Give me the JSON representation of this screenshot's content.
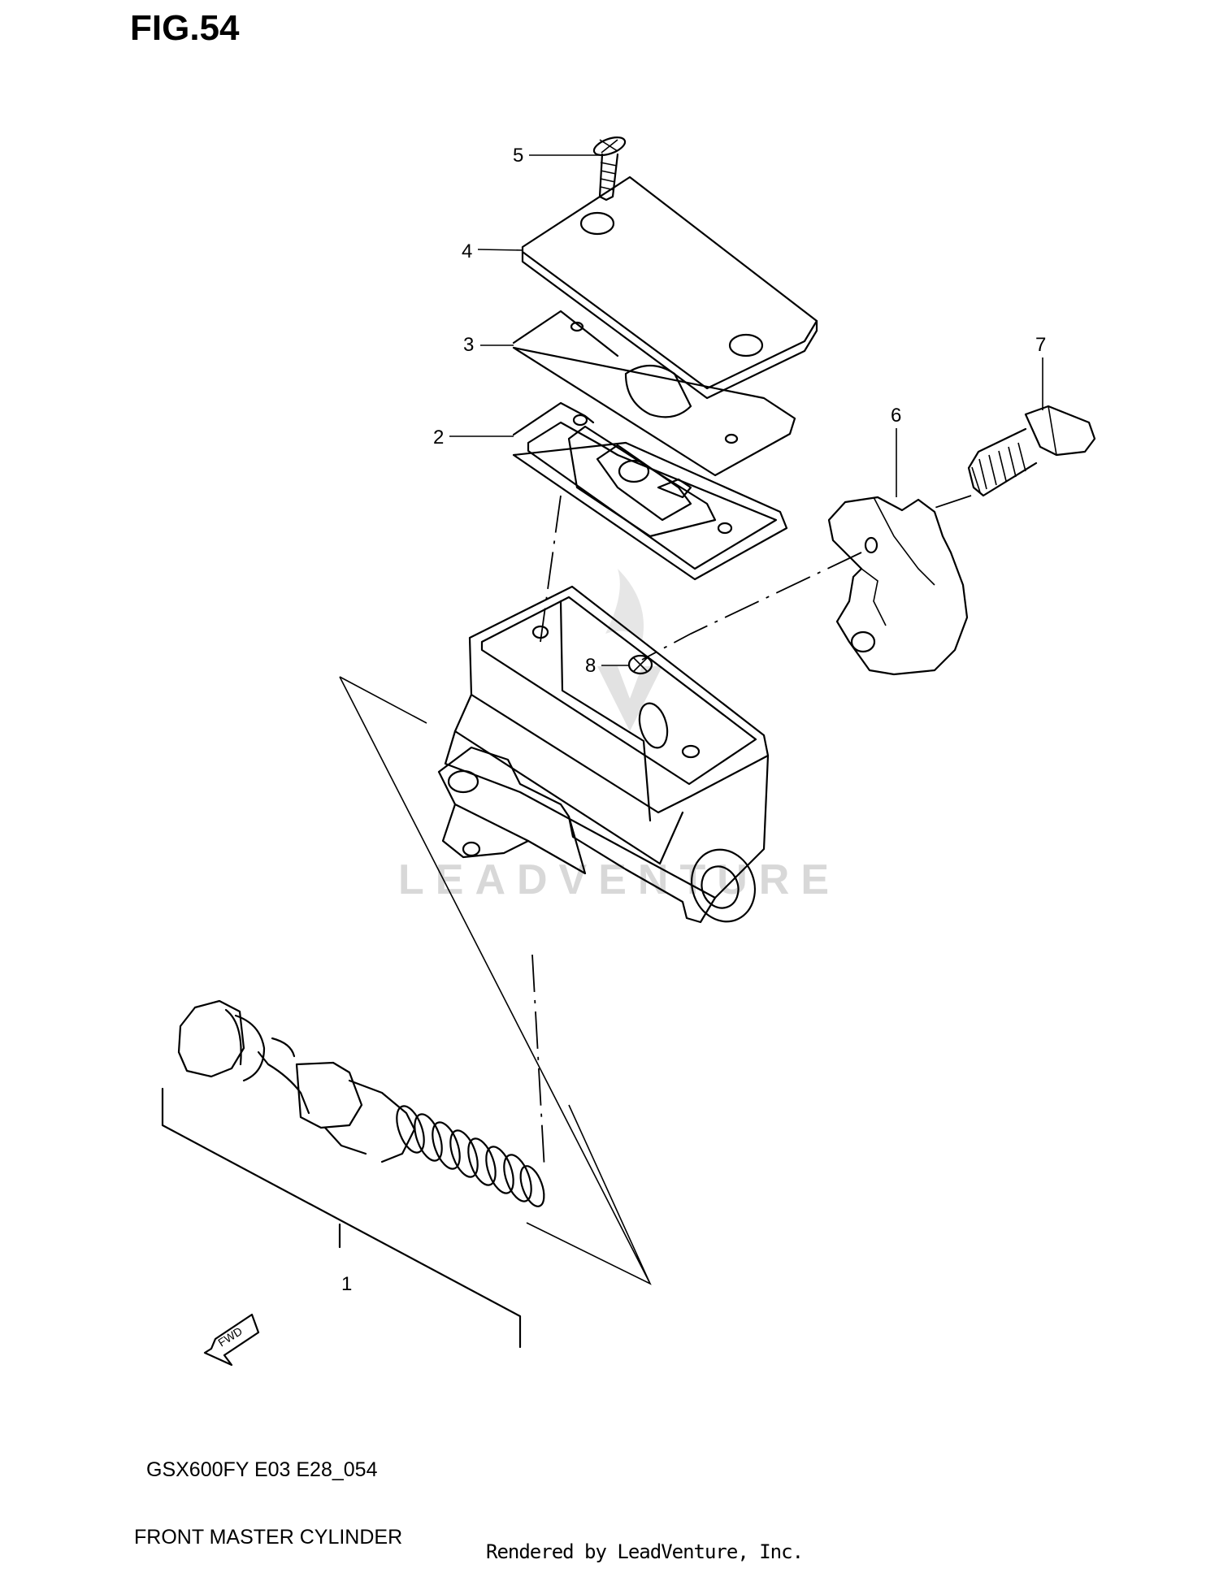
{
  "figure": {
    "title": "FIG.54",
    "model_code": "GSX600FY E03 E28_054",
    "name": "FRONT MASTER CYLINDER",
    "credit": "Rendered by LeadVenture, Inc.",
    "watermark": "LEADVENTURE",
    "fwd_label": "FWD"
  },
  "callouts": [
    {
      "id": "1",
      "label": "1"
    },
    {
      "id": "2",
      "label": "2"
    },
    {
      "id": "3",
      "label": "3"
    },
    {
      "id": "4",
      "label": "4"
    },
    {
      "id": "5",
      "label": "5"
    },
    {
      "id": "6",
      "label": "6"
    },
    {
      "id": "7",
      "label": "7"
    },
    {
      "id": "8",
      "label": "8"
    }
  ],
  "colors": {
    "line": "#000000",
    "watermark": "#d8d8d8",
    "background": "#ffffff"
  }
}
